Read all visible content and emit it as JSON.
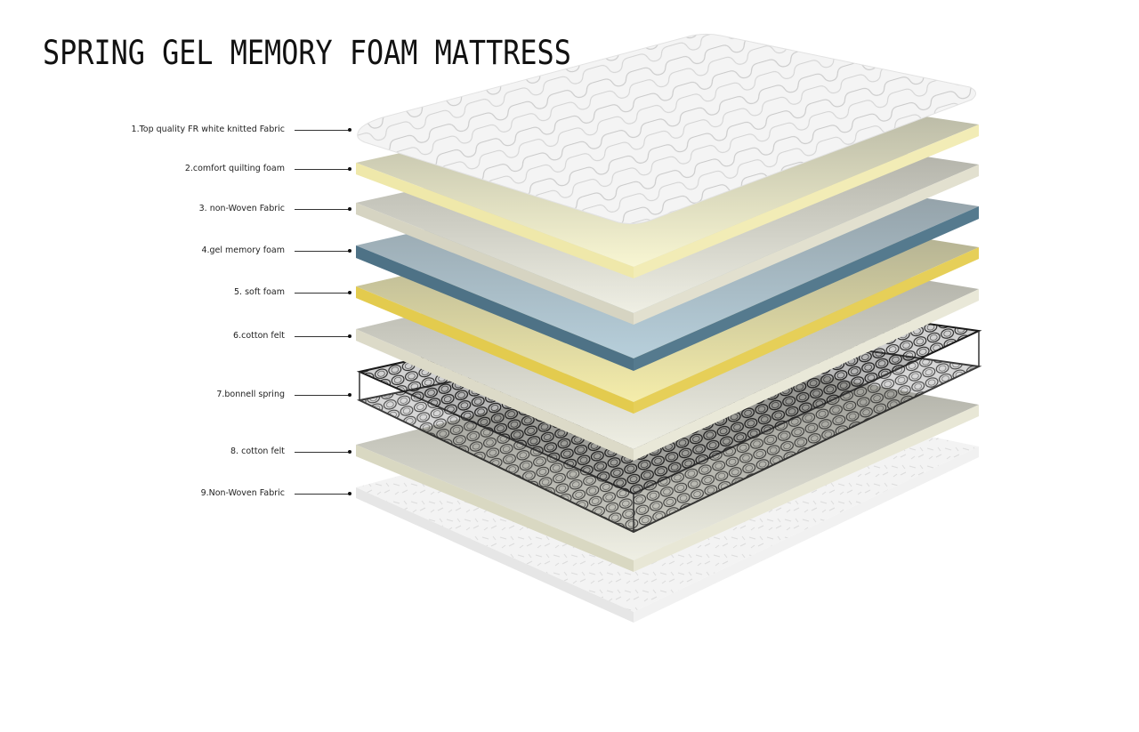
{
  "title": "SPRING GEL MEMORY FOAM MATTRESS",
  "layers": [
    {
      "label": "1.Top quality FR white knitted Fabric",
      "material": "fabric",
      "top_color": "#f2f2f2",
      "edge_color": "#e0e0e0"
    },
    {
      "label": "2.comfort quilting foam",
      "material": "foam",
      "top_color": "#f6f3c8",
      "edge_color": "#efe9a6"
    },
    {
      "label": "3. non-Woven Fabric",
      "material": "nonwoven",
      "top_color": "#ecebe0",
      "edge_color": "#d8d6c4"
    },
    {
      "label": "4.gel memory foam",
      "material": "gel-foam",
      "top_color": "#a9c3d0",
      "edge_color": "#4f7488"
    },
    {
      "label": "5. soft foam",
      "material": "foam",
      "top_color": "#f4ea9a",
      "edge_color": "#e2c94c"
    },
    {
      "label": "6.cotton felt",
      "material": "felt",
      "top_color": "#eeeee2",
      "edge_color": "#dad8c4"
    },
    {
      "label": "7.bonnell spring",
      "material": "spring",
      "top_color": "#3a3a3a",
      "edge_color": "#222222"
    },
    {
      "label": "8. cotton felt",
      "material": "felt",
      "top_color": "#eeede0",
      "edge_color": "#d7d5bd"
    },
    {
      "label": "9.Non-Woven Fabric",
      "material": "nonwoven",
      "top_color": "#f4f4f4",
      "edge_color": "#e4e4e4"
    }
  ]
}
